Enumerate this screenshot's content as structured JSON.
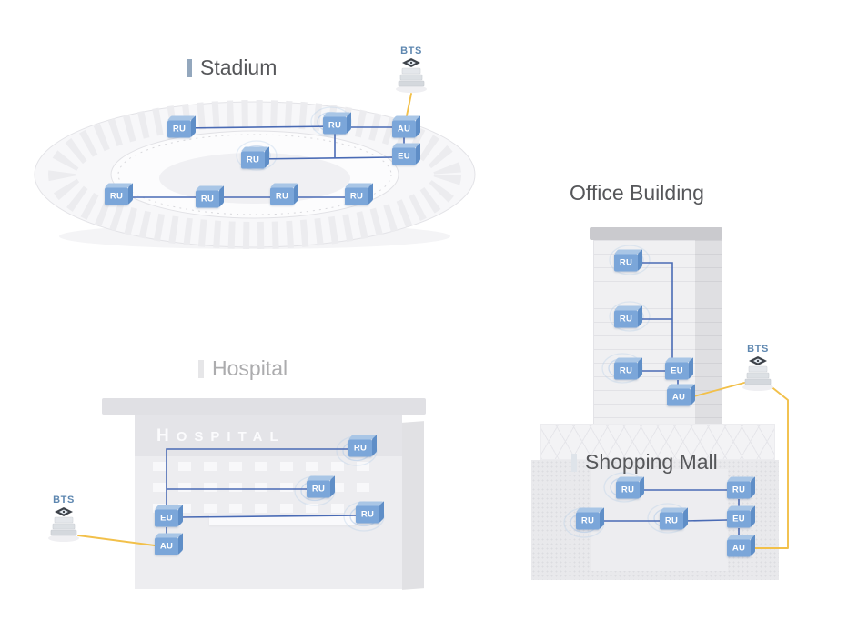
{
  "scenes": {
    "stadium": {
      "title": "Stadium"
    },
    "office": {
      "title": "Office Building"
    },
    "hospital": {
      "title": "Hospital",
      "sign": "HOSPITAL"
    },
    "mall": {
      "title": "Shopping Mall"
    }
  },
  "node_labels": {
    "ru": "RU",
    "au": "AU",
    "eu": "EU"
  },
  "bts_label": "BTS",
  "colors": {
    "node_fill": "#7BA6D9",
    "node_top": "#A9C6E6",
    "node_side": "#5F8EC7",
    "line_blue": "#4A6BB5",
    "line_yellow": "#F2C04A",
    "bts_text": "#5E87B0",
    "title_dark": "#56575A",
    "title_light": "#ACACAE",
    "ripple": "#B5CDE9"
  }
}
